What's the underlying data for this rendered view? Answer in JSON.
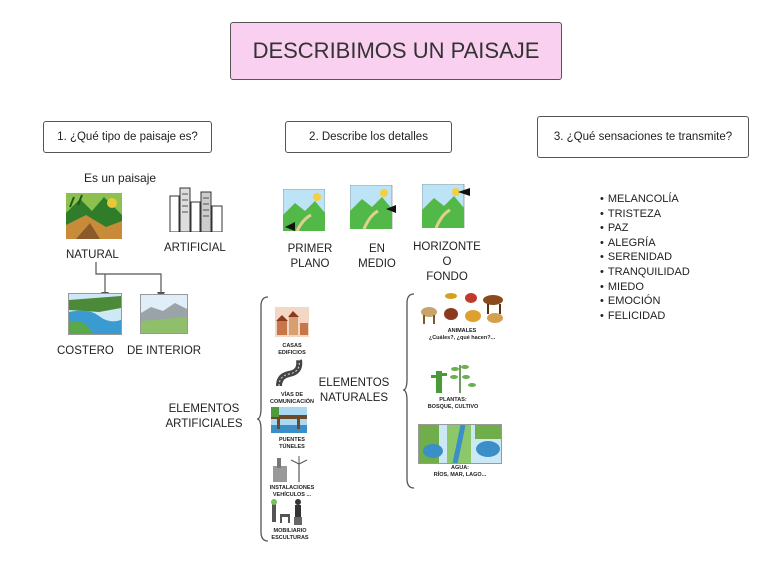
{
  "title": "DESCRIBIMOS UN PAISAJE",
  "questions": [
    "1. ¿Qué tipo de paisaje es?",
    "2. Describe los detalles",
    "3. ¿Qué sensaciones te transmite?"
  ],
  "type": {
    "intro": "Es un paisaje",
    "natural": "NATURAL",
    "artificial": "ARTIFICIAL",
    "costero": "COSTERO",
    "interior": "DE INTERIOR"
  },
  "details": {
    "planes": [
      {
        "label": "PRIMER\nPLANO"
      },
      {
        "label": "EN\nMEDIO"
      },
      {
        "label": "HORIZONTE\nO\nFONDO"
      }
    ],
    "artificiales": {
      "label": "ELEMENTOS\nARTIFICIALES",
      "items": [
        "CASAS\nEDIFICIOS",
        "VÍAS DE\nCOMUNICACIÓN",
        "PUENTES\nTÚNELES",
        "INSTALACIONES\nVEHÍCULOS ...",
        "MOBILIARIO\nESCULTURAS"
      ]
    },
    "naturales": {
      "label": "ELEMENTOS\nNATURALES",
      "items": [
        "ANIMALES\n¿Cuáles?, ¿qué hacen?...",
        "PLANTAS:\nBOSQUE, CULTIVO",
        "AGUA:\nRÍOS, MAR, LAGO..."
      ]
    }
  },
  "sensations": [
    "MELANCOLÍA",
    "TRISTEZA",
    "PAZ",
    "ALEGRÍA",
    "SERENIDAD",
    "TRANQUILIDAD",
    "MIEDO",
    "EMOCIÓN",
    "FELICIDAD"
  ],
  "colors": {
    "title_bg": "#f9d0f0",
    "border": "#555555"
  }
}
